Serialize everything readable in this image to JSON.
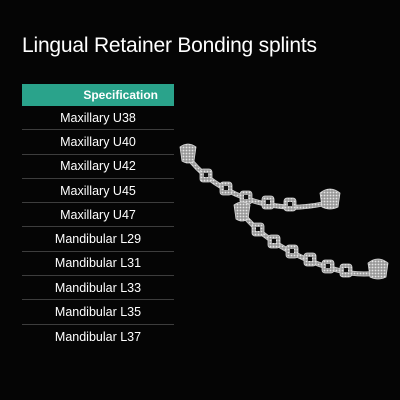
{
  "title": "Lingual Retainer Bonding splints",
  "table": {
    "header": "Specification",
    "rows": [
      "Maxillary U38",
      "Maxillary U40",
      "Maxillary U42",
      "Maxillary U45",
      "Maxillary U47",
      "Mandibular L29",
      "Mandibular L31",
      "Mandibular L33",
      "Mandibular L35",
      "Mandibular L37"
    ]
  },
  "colors": {
    "background": "#050505",
    "header_accent": "#2aa38b",
    "text": "#ffffff",
    "row_divider": "#3d3d3d"
  },
  "image": {
    "icon": "bonding-splint-illustration"
  }
}
